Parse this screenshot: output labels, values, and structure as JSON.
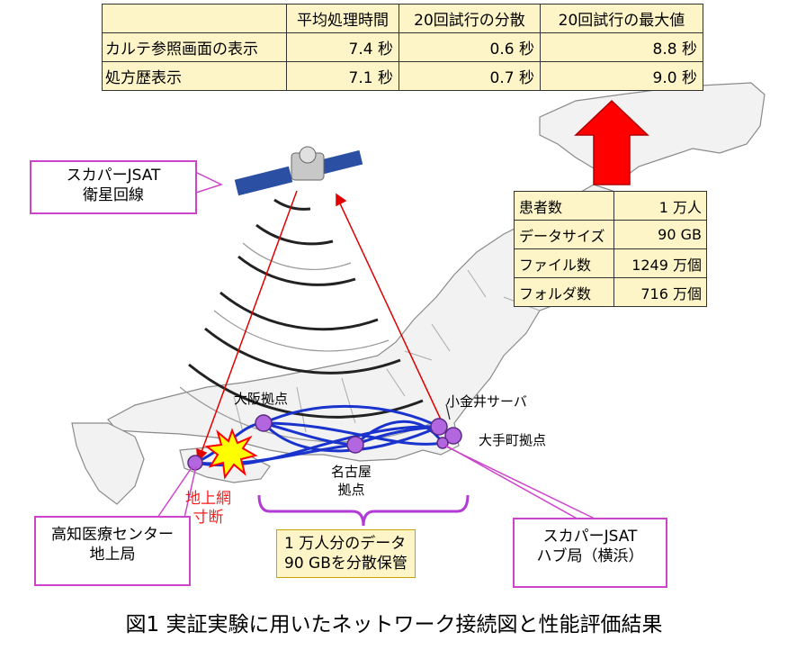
{
  "perf_table": {
    "headers": [
      "",
      "平均処理時間",
      "20回試行の分散",
      "20回試行の最大値"
    ],
    "rows": [
      [
        "カルテ参照画面の表示",
        "7.4 秒",
        "0.6 秒",
        "8.8 秒"
      ],
      [
        "処方歴表示",
        "7.1 秒",
        "0.7 秒",
        "9.0 秒"
      ]
    ]
  },
  "patient_table": {
    "rows": [
      [
        "患者数",
        "1 万人"
      ],
      [
        "データサイズ",
        "90 GB"
      ],
      [
        "ファイル数",
        "1249 万個"
      ],
      [
        "フォルダ数",
        "716 万個"
      ]
    ]
  },
  "labels": {
    "satellite_line": [
      "スカパーJSAT",
      "衛星回線"
    ],
    "osaka": "大阪拠点",
    "koganei": "小金井サーバ",
    "otemachi": "大手町拠点",
    "nagoya": [
      "名古屋",
      "拠点"
    ],
    "cut": [
      "地上網",
      "寸断"
    ],
    "kochi": [
      "高知医療センター",
      "地上局"
    ],
    "storage": [
      "1 万人分のデータ",
      "90 GBを分散保管"
    ],
    "hub": [
      "スカパーJSAT",
      "ハブ局（横浜）"
    ]
  },
  "caption": "図1 実証実験に用いたネットワーク接続図と性能評価結果",
  "colors": {
    "table_bg": "#fdf5c8",
    "callout_border": "#cc44cc",
    "node": "#b266e0",
    "link": "#1a33cc",
    "arrow_red": "#e00000",
    "brace": "#b23bd6"
  }
}
